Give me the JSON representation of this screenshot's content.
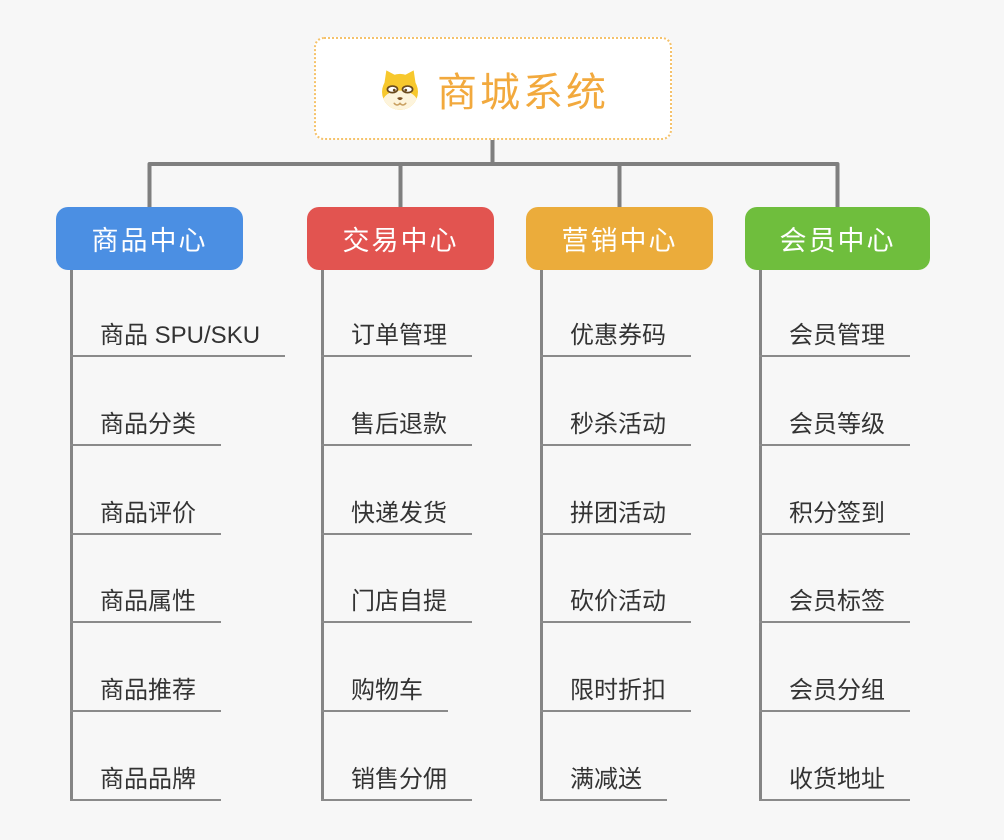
{
  "root": {
    "title": "商城系统",
    "icon": "dog-face-icon",
    "text_color": "#F2A93D",
    "border_color": "#F5C26B",
    "bg": "#FFFFFF"
  },
  "colors": {
    "background": "#F7F7F7",
    "connector": "#7F7F7F",
    "spine": "#858585",
    "underline": "#8A8A8A",
    "item_text": "#333333",
    "branch_text": "#FFFFFF"
  },
  "branches": [
    {
      "label": "商品中心",
      "color": "#4B8FE3",
      "items": [
        "商品 SPU/SKU",
        "商品分类",
        "商品评价",
        "商品属性",
        "商品推荐",
        "商品品牌"
      ]
    },
    {
      "label": "交易中心",
      "color": "#E25450",
      "items": [
        "订单管理",
        "售后退款",
        "快递发货",
        "门店自提",
        "购物车",
        "销售分佣"
      ]
    },
    {
      "label": "营销中心",
      "color": "#EBAC3B",
      "items": [
        "优惠券码",
        "秒杀活动",
        "拼团活动",
        "砍价活动",
        "限时折扣",
        "满减送"
      ]
    },
    {
      "label": "会员中心",
      "color": "#6FBE3D",
      "items": [
        "会员管理",
        "会员等级",
        "积分签到",
        "会员标签",
        "会员分组",
        "收货地址"
      ]
    }
  ]
}
